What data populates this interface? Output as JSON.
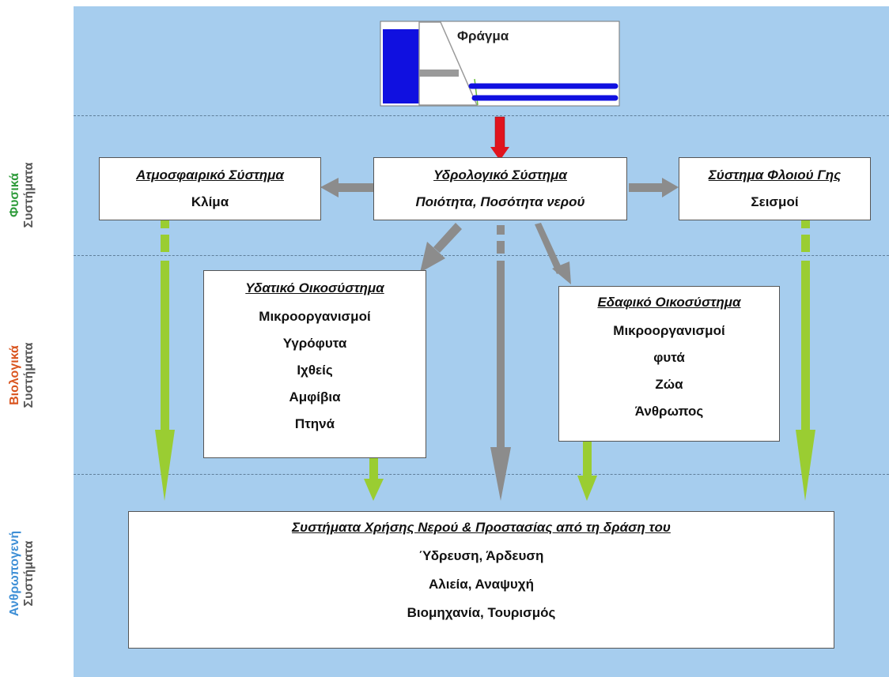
{
  "side_labels": {
    "physical": {
      "word1": "Φυσικά",
      "word2": "Συστήματα",
      "color1": "#2e9b3a"
    },
    "biological": {
      "word1": "Βιολογικά",
      "word2": "Συστήματα",
      "color1": "#d9541e"
    },
    "anthropogenic": {
      "word1": "Ανθρωπογενή",
      "word2": "Συστήματα",
      "color1": "#3e8fd6"
    }
  },
  "dam": {
    "label": "Φράγμα"
  },
  "atmospheric": {
    "title": "Ατμοσφαιρικό Σύστημα",
    "line1": "Κλίμα"
  },
  "hydrological": {
    "title": "Υδρολογικό Σύστημα",
    "line1": "Ποιότητα, Ποσότητα νερού"
  },
  "crust": {
    "title": "Σύστημα Φλοιού Γης",
    "line1": "Σεισμοί"
  },
  "aquatic": {
    "title": "Υδατικό Οικοσύστημα",
    "items": [
      "Μικροοργανισμοί",
      "Υγρόφυτα",
      "Ιχθείς",
      "Αμφίβια",
      "Πτηνά"
    ]
  },
  "soil": {
    "title": "Εδαφικό Οικοσύστημα",
    "items": [
      "Μικροοργανισμοί",
      "φυτά",
      "Ζώα",
      "Άνθρωπος"
    ]
  },
  "water_use": {
    "title": "Συστήματα Χρήσης Νερού & Προστασίας από τη δράση του",
    "items": [
      "Ύδρευση, Άρδευση",
      "Αλιεία, Αναψυχή",
      "Βιομηχανία, Τουρισμός"
    ]
  },
  "colors": {
    "background": "#a6cdee",
    "green_arrow": "#9acd32",
    "gray_arrow": "#8c8c8c",
    "red_arrow": "#e0141e",
    "dam_water": "#1010e0"
  }
}
